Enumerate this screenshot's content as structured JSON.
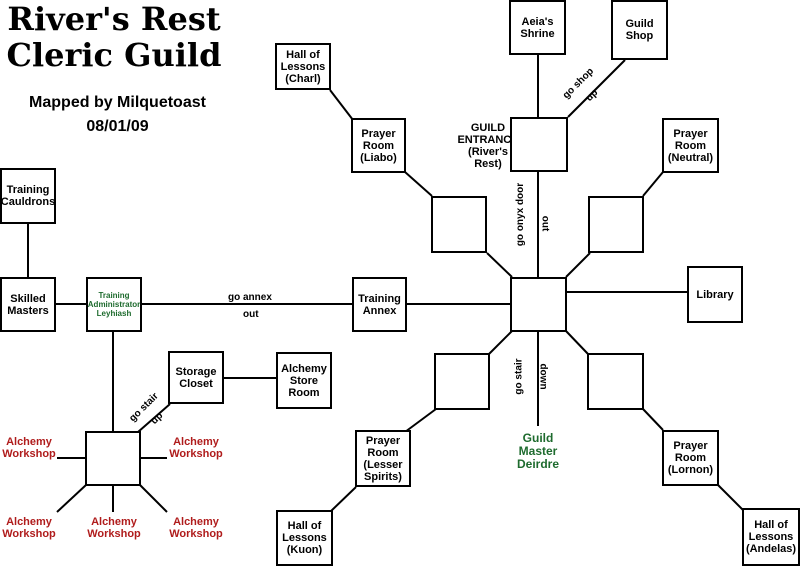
{
  "header": {
    "title_line1": "River's Rest",
    "title_line2": "Cleric Guild",
    "mapped_by": "Mapped by Milquetoast",
    "date": "08/01/09"
  },
  "rooms": {
    "aeias_shrine": "Aeia's\nShrine",
    "guild_shop": "Guild\nShop",
    "hall_charl": "Hall of\nLessons\n(Charl)",
    "prayer_liabo": "Prayer\nRoom\n(Liabo)",
    "prayer_neutral": "Prayer\nRoom\n(Neutral)",
    "guild_entrance": "GUILD\nENTRANCE\n(River's\nRest)",
    "training_cauldrons": "Training\nCauldrons",
    "skilled_masters": "Skilled\nMasters",
    "training_admin": "Training\nAdministrator\nLeyhiash",
    "training_annex": "Training\nAnnex",
    "library": "Library",
    "storage_closet": "Storage\nCloset",
    "alchemy_store": "Alchemy\nStore\nRoom",
    "alchemy_workshop": "Alchemy\nWorkshop",
    "prayer_lesser": "Prayer\nRoom\n(Lesser\nSpirits)",
    "guild_master": "Guild\nMaster\nDeirdre",
    "prayer_lornon": "Prayer\nRoom\n(Lornon)",
    "hall_kuon": "Hall of\nLessons\n(Kuon)",
    "hall_andelas": "Hall of\nLessons\n(Andelas)"
  },
  "directions": {
    "go_annex": "go annex",
    "out": "out",
    "go_shop": "go shop",
    "up": "up",
    "go_onyx_door": "go onyx door",
    "go_stair": "go stair",
    "down": "down"
  },
  "colors": {
    "npc_red": "#b01c1c",
    "npc_green": "#1e6b2e"
  }
}
